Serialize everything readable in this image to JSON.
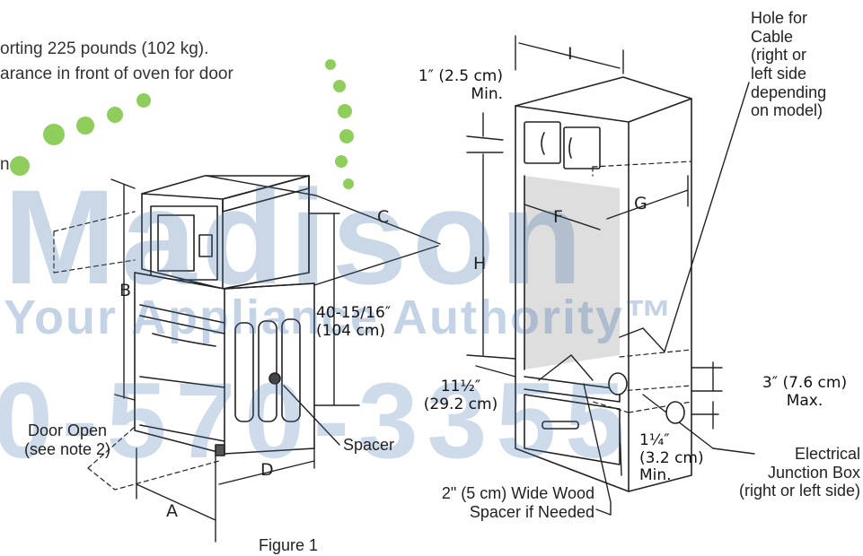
{
  "header_text": {
    "line1": "orting 225 pounds (102 kg).",
    "line2": "arance in front of oven for door",
    "line3": "n"
  },
  "watermark": {
    "brand": "Madison",
    "slogan": "Your Appliance Authority™",
    "phone": "0-570-3355",
    "color": "#3c6eaa",
    "dot_color": "#7cc540"
  },
  "labels": {
    "hole_for_cable": [
      "Hole for",
      "Cable",
      "(right or",
      "left side",
      "depending",
      "on model)"
    ],
    "min_clearance_top": [
      "1″ (2.5 cm)",
      "Min."
    ],
    "letter_i": "I",
    "letter_f": "F",
    "letter_g": "G",
    "letter_h": "H",
    "letter_b": "B",
    "letter_c": "C",
    "letter_d": "D",
    "letter_a": "A",
    "height_oven": [
      "40-15/16″",
      "(104 cm)"
    ],
    "height_cutout": [
      "11½″",
      "(29.2 cm)"
    ],
    "max_clearance": [
      "3″ (7.6 cm)",
      "Max."
    ],
    "min_clearance_bottom": [
      "1¼″",
      "(3.2 cm)",
      "Min."
    ],
    "electrical": [
      "Electrical",
      "Junction Box",
      "(right or left side)"
    ],
    "spacer": "Spacer",
    "door_open": [
      "Door Open",
      "(see note 2)"
    ],
    "wood_spacer": [
      "2\" (5 cm) Wide Wood",
      "Spacer if Needed"
    ],
    "figure": "Figure 1"
  }
}
